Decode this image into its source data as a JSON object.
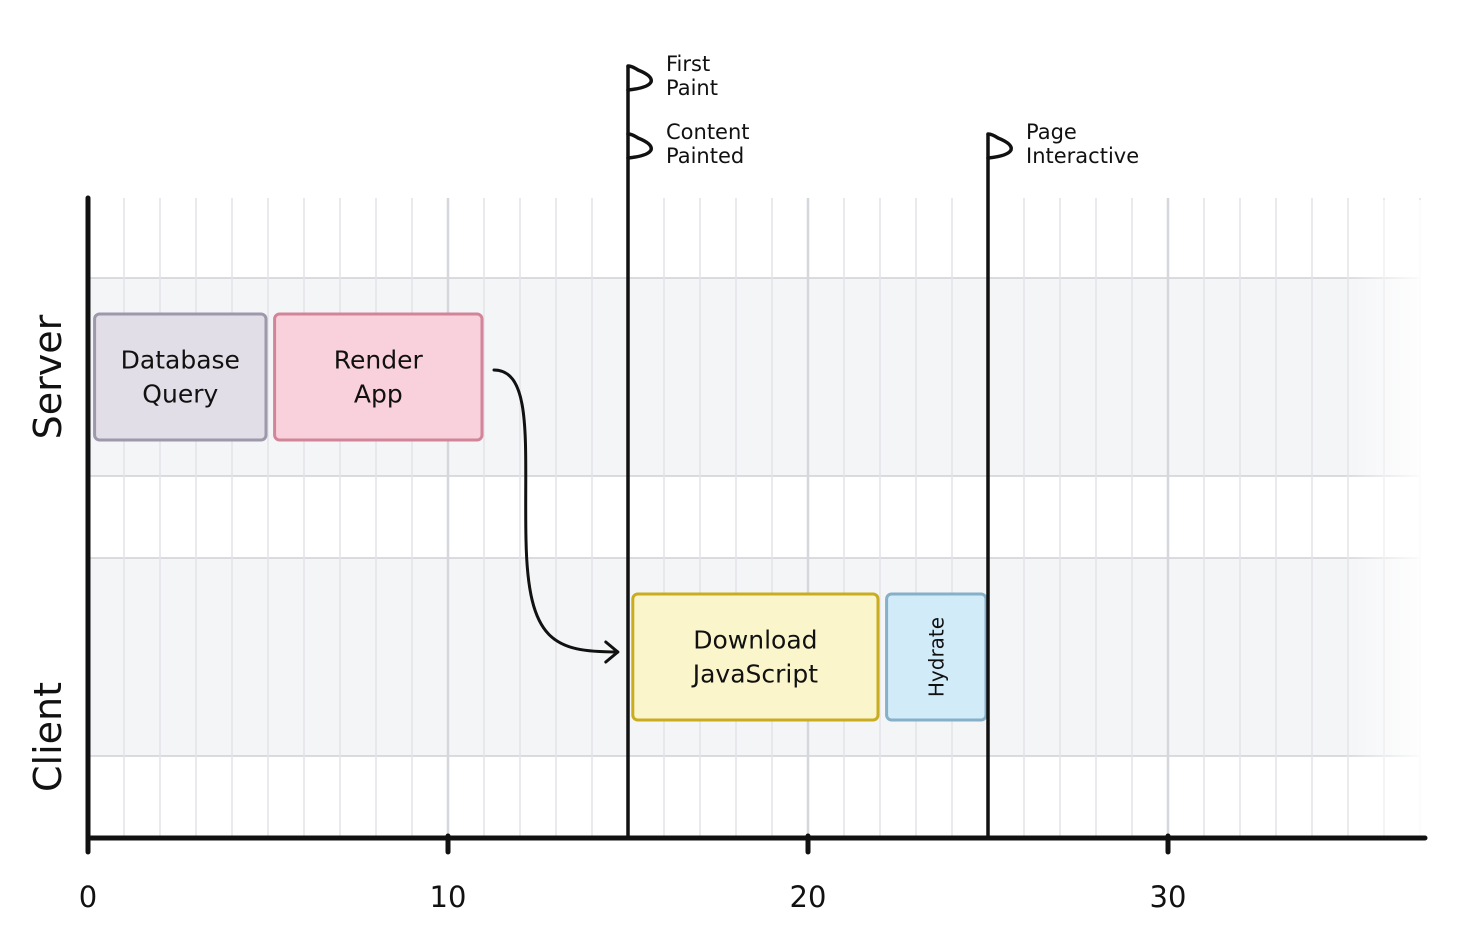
{
  "lanes": [
    {
      "id": "server",
      "label": "Server"
    },
    {
      "id": "client",
      "label": "Client"
    }
  ],
  "axis": {
    "min": 0,
    "max": 37,
    "ticks": [
      0,
      10,
      20,
      30
    ],
    "tick_labels": [
      "0",
      "10",
      "20",
      "30"
    ],
    "minor_step": 1
  },
  "tasks": [
    {
      "id": "database-query",
      "lane": "server",
      "lines": [
        "Database",
        "Query"
      ],
      "start": 0.1,
      "end": 5.0,
      "fill": "#e2dee7",
      "stroke": "#9e98ab"
    },
    {
      "id": "render-app",
      "lane": "server",
      "lines": [
        "Render",
        "App"
      ],
      "start": 5.1,
      "end": 11.0,
      "fill": "#f9d1dc",
      "stroke": "#d28598"
    },
    {
      "id": "download-javascript",
      "lane": "client",
      "lines": [
        "Download",
        "JavaScript"
      ],
      "start": 15.05,
      "end": 22.0,
      "fill": "#fbf5cc",
      "stroke": "#c9ad1f"
    },
    {
      "id": "hydrate",
      "lane": "client",
      "lines": [
        "Hydrate"
      ],
      "start": 22.1,
      "end": 25.0,
      "fill": "#d1ebf8",
      "stroke": "#86b0c8",
      "vertical": true
    }
  ],
  "markers": [
    {
      "id": "first-paint",
      "time": 15.0,
      "lines": [
        "First",
        "Paint"
      ],
      "level": 0
    },
    {
      "id": "content-painted",
      "time": 15.0,
      "lines": [
        "Content",
        "Painted"
      ],
      "level": 1
    },
    {
      "id": "page-interactive",
      "time": 25.0,
      "lines": [
        "Page",
        "Interactive"
      ],
      "level": 1
    }
  ],
  "arrow": {
    "from": "render-app",
    "to": "download-javascript"
  }
}
